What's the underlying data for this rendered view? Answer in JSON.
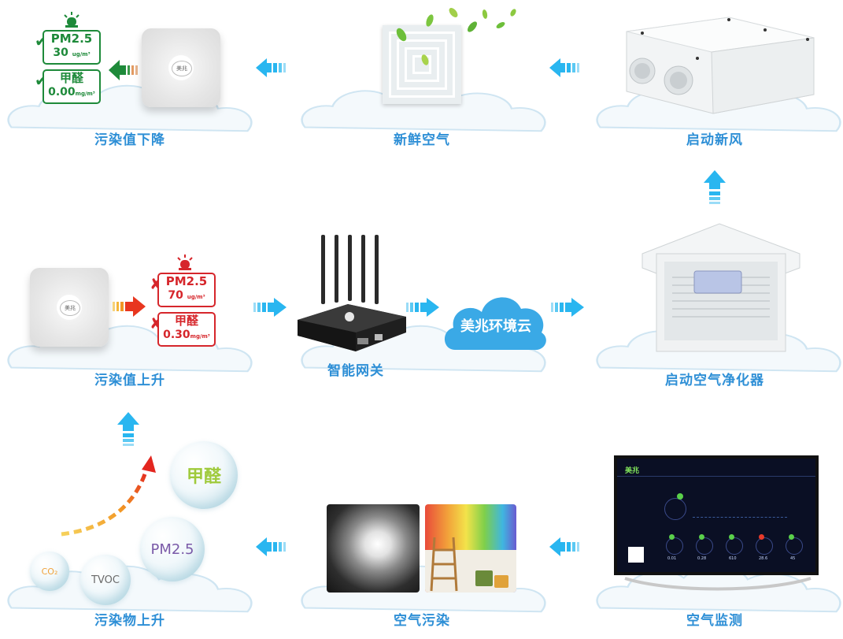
{
  "nodes": {
    "pollution_down": "污染值下降",
    "fresh_air": "新鲜空气",
    "start_fresh_air": "启动新风",
    "pollution_up": "污染值上升",
    "gateway": "智能网关",
    "cloud": "美兆环境云",
    "start_purifier": "启动空气净化器",
    "pollutants_rise": "污染物上升",
    "air_pollution": "空气污染",
    "air_monitor": "空气监测"
  },
  "sensor_good": {
    "pm_label": "PM2.5",
    "pm_value": "30",
    "pm_unit": "ug/m³",
    "hcho_label": "甲醛",
    "hcho_value": "0.00",
    "hcho_unit": "mg/m³",
    "status_color": "#1e8a3a"
  },
  "sensor_bad": {
    "pm_label": "PM2.5",
    "pm_value": "70",
    "pm_unit": "ug/m³",
    "hcho_label": "甲醛",
    "hcho_value": "0.30",
    "hcho_unit": "mg/m³",
    "status_color": "#d6262b"
  },
  "device_brand": "美兆",
  "bubbles": {
    "hcho": "甲醛",
    "pm": "PM2.5",
    "tvoc": "TVOC",
    "co2": "CO₂"
  },
  "monitor_screen": {
    "brand": "美兆",
    "readings": [
      "0.01",
      "0.28",
      "610",
      "28.6",
      "45"
    ]
  },
  "colors": {
    "label_blue": "#2e8fd6",
    "arrow_blue": "#29b6f0",
    "cloud_blue": "#3aa9e6",
    "good_green": "#1e8a3a",
    "bad_red": "#d6262b"
  }
}
